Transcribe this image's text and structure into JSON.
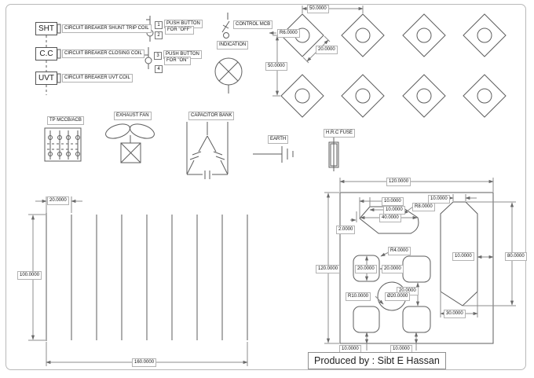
{
  "footer": {
    "producer": "Produced by : Sibt E Hassan"
  },
  "colors": {
    "line": "#5e5e5e",
    "dim_line": "#8c8c8c",
    "label_border": "#b3b3b3",
    "text": "#111111"
  },
  "legend": {
    "sht_abbr": "SHT",
    "sht_desc": "CIRCUIT BREAKER SHUNT TRIP COIL",
    "cc_abbr": "C.C",
    "cc_desc": "CIRCUIT BREAKER CLOSING COIL",
    "uvt_abbr": "UVT",
    "uvt_desc": "CIRCUIT BREAKER UVT COIL",
    "t1": "1",
    "t2": "2",
    "t3": "3",
    "t4": "4",
    "pb_off_1": "PUSH BUTTON",
    "pb_off_2": "FOR \"OFF\"",
    "pb_on_1": "PUSH BUTTON",
    "pb_on_2": "FOR \"ON\"",
    "control_mcb": "CONTROL MCB",
    "indication": "INDICATION",
    "tp_mccb": "TP MCCB/ACB",
    "exhaust_fan": "EXHAUST FAN",
    "capacitor_bank": "CAPACITOR BANK",
    "earth": "EARTH",
    "hrc_fuse": "H.R.C FUSE"
  },
  "dims": {
    "diamond_pitch_h": "50.0000",
    "diamond_radius": "R6.0000",
    "diamond_side": "20.0000",
    "diamond_pitch_v": "50.0000",
    "comb_spacing": "20.0000",
    "comb_height": "100.0000",
    "comb_width": "160.0000",
    "plate_width": "120.0000",
    "plate_height": "120.0000",
    "hex_seg1": "10.0000",
    "hex_seg2": "10.0000",
    "hex_width": "40.0000",
    "hex_offset": "2.0000",
    "hex_radius": "R8.0000",
    "slot_top": "10.0000",
    "slot_side_gap": "10.0000",
    "slot_height": "80.0000",
    "slot_bottom": "30.0000",
    "pocket_radius": "R4.0000",
    "pocket_size": "20.0000",
    "pocket_gap_h": "20.0000",
    "hole_radius": "R10.0000",
    "hole_diameter": "Ø20.0000",
    "pocket_gap_v": "20.0000",
    "edge_gap_left": "10.0000",
    "edge_gap_right": "10.0000"
  }
}
